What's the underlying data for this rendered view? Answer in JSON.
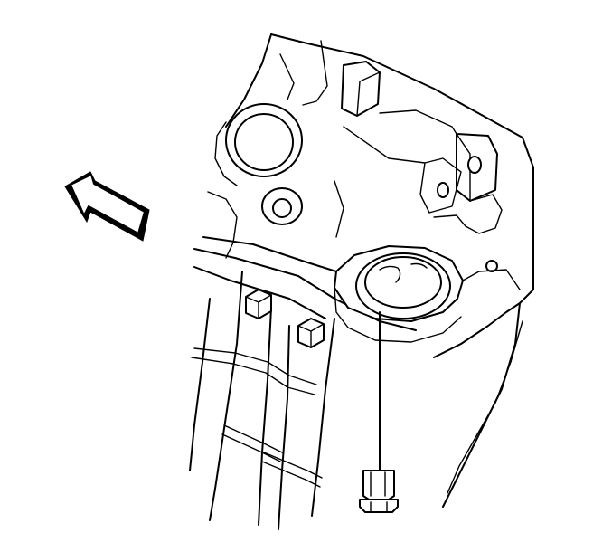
{
  "figure": {
    "background": "#ffffff",
    "line_color": "#000000",
    "elements": [
      "housing",
      "direction-arrow",
      "drain-plug",
      "drain-hole",
      "mounting-bolt",
      "crossmember",
      "seal-ring"
    ]
  }
}
